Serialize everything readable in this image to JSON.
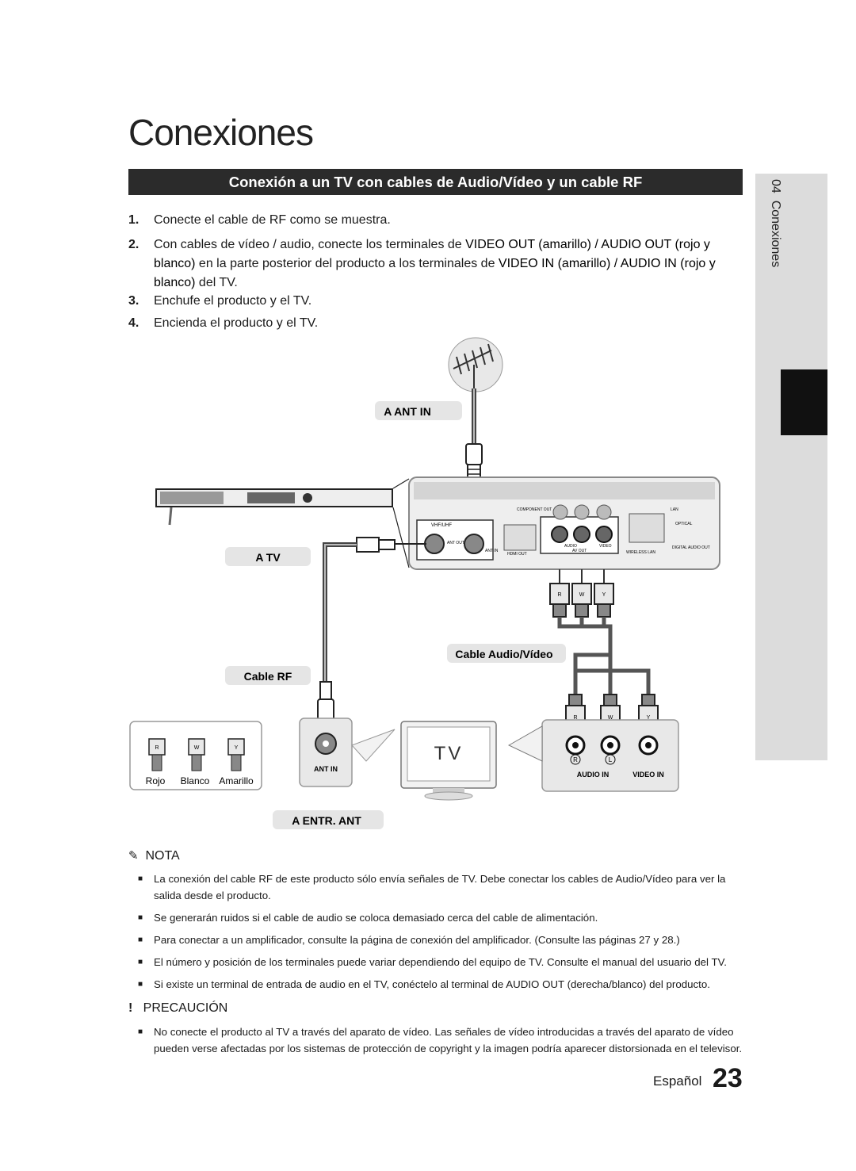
{
  "page": {
    "title": "Conexiones",
    "section_title": "Conexión a un TV con cables de Audio/Vídeo y un cable RF",
    "side_tab": "04  Conexiones",
    "footer_lang": "Español",
    "footer_page": "23"
  },
  "steps": [
    {
      "num": "1.",
      "text": "Conecte el cable de RF como se muestra."
    },
    {
      "num": "2.",
      "parts": [
        "Con cables de vídeo / audio, conecte los terminales de ",
        "VIDEO OUT (amarillo) / AUDIO OUT (rojo y blanco)",
        " en la parte posterior del producto a los terminales de ",
        "VIDEO IN (amarillo) / AUDIO IN (rojo y blanco)",
        " del TV."
      ]
    },
    {
      "num": "3.",
      "text": "Enchufe el producto y el TV."
    },
    {
      "num": "4.",
      "text": "Encienda el producto y el TV."
    }
  ],
  "diagram": {
    "label_ant_in": "A ANT IN",
    "label_tv": "A TV",
    "label_cable_rf": "Cable RF",
    "label_cable_av": "Cable Audio/Vídeo",
    "label_entr_ant": "A ENTR. ANT",
    "tv_text": "TV",
    "ant_in_small": "ANT IN",
    "audio_in": "AUDIO IN",
    "video_in": "VIDEO IN",
    "plug_r": "R",
    "plug_w": "W",
    "plug_y": "Y",
    "jack_r": "R",
    "jack_l": "L",
    "legend_rojo": "Rojo",
    "legend_blanco": "Blanco",
    "legend_amarillo": "Amarillo",
    "panel_vhf": "VHF/UHF",
    "panel_ant_out": "ANT OUT",
    "panel_ant_in": "ANT IN",
    "panel_hdmi": "HDMI OUT",
    "panel_component": "COMPONENT OUT",
    "panel_audio": "AUDIO",
    "panel_video": "VIDEO",
    "panel_av_out": "AV OUT",
    "panel_lan": "LAN",
    "panel_optical": "OPTICAL",
    "panel_digital": "DIGITAL AUDIO OUT",
    "panel_wireless": "WIRELESS LAN"
  },
  "note": {
    "heading": "NOTA",
    "items": [
      "La conexión del cable RF de este producto sólo envía señales de TV. Debe conectar los cables de Audio/Vídeo para ver la salida desde el producto.",
      "Se generarán ruidos si el cable de audio se coloca demasiado cerca del cable de alimentación.",
      "Para conectar a un amplificador, consulte la página de conexión del amplificador. (Consulte las páginas 27 y 28.)",
      "El número y posición de los terminales puede variar dependiendo del equipo de TV. Consulte el manual del usuario del TV."
    ],
    "last_item_parts": [
      "Si existe un terminal de entrada de audio en el TV, conéctelo al terminal de ",
      "AUDIO OUT",
      " (derecha/blanco) del producto."
    ]
  },
  "caution": {
    "heading": "PRECAUCIÓN",
    "items": [
      "No conecte el producto al TV a través del aparato de vídeo. Las señales de vídeo introducidas a través del aparato de vídeo pueden verse afectadas por los sistemas de protección de copyright y la imagen podría aparecer distorsionada en el televisor."
    ]
  }
}
